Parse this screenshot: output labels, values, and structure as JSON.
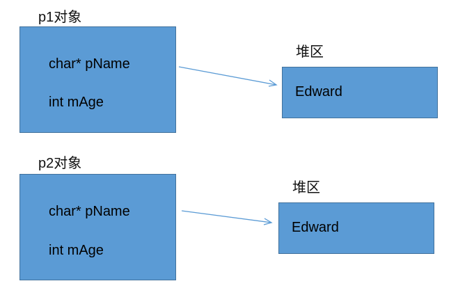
{
  "diagram": {
    "colors": {
      "box_fill": "#5b9bd5",
      "box_border": "#41719c",
      "arrow": "#5b9bd5"
    },
    "objects": [
      {
        "title": "p1对象",
        "fields": [
          "char* pName",
          "int mAge"
        ],
        "heap_label": "堆区",
        "heap_value": "Edward"
      },
      {
        "title": "p2对象",
        "fields": [
          "char* pName",
          "int mAge"
        ],
        "heap_label": "堆区",
        "heap_value": "Edward"
      }
    ]
  }
}
